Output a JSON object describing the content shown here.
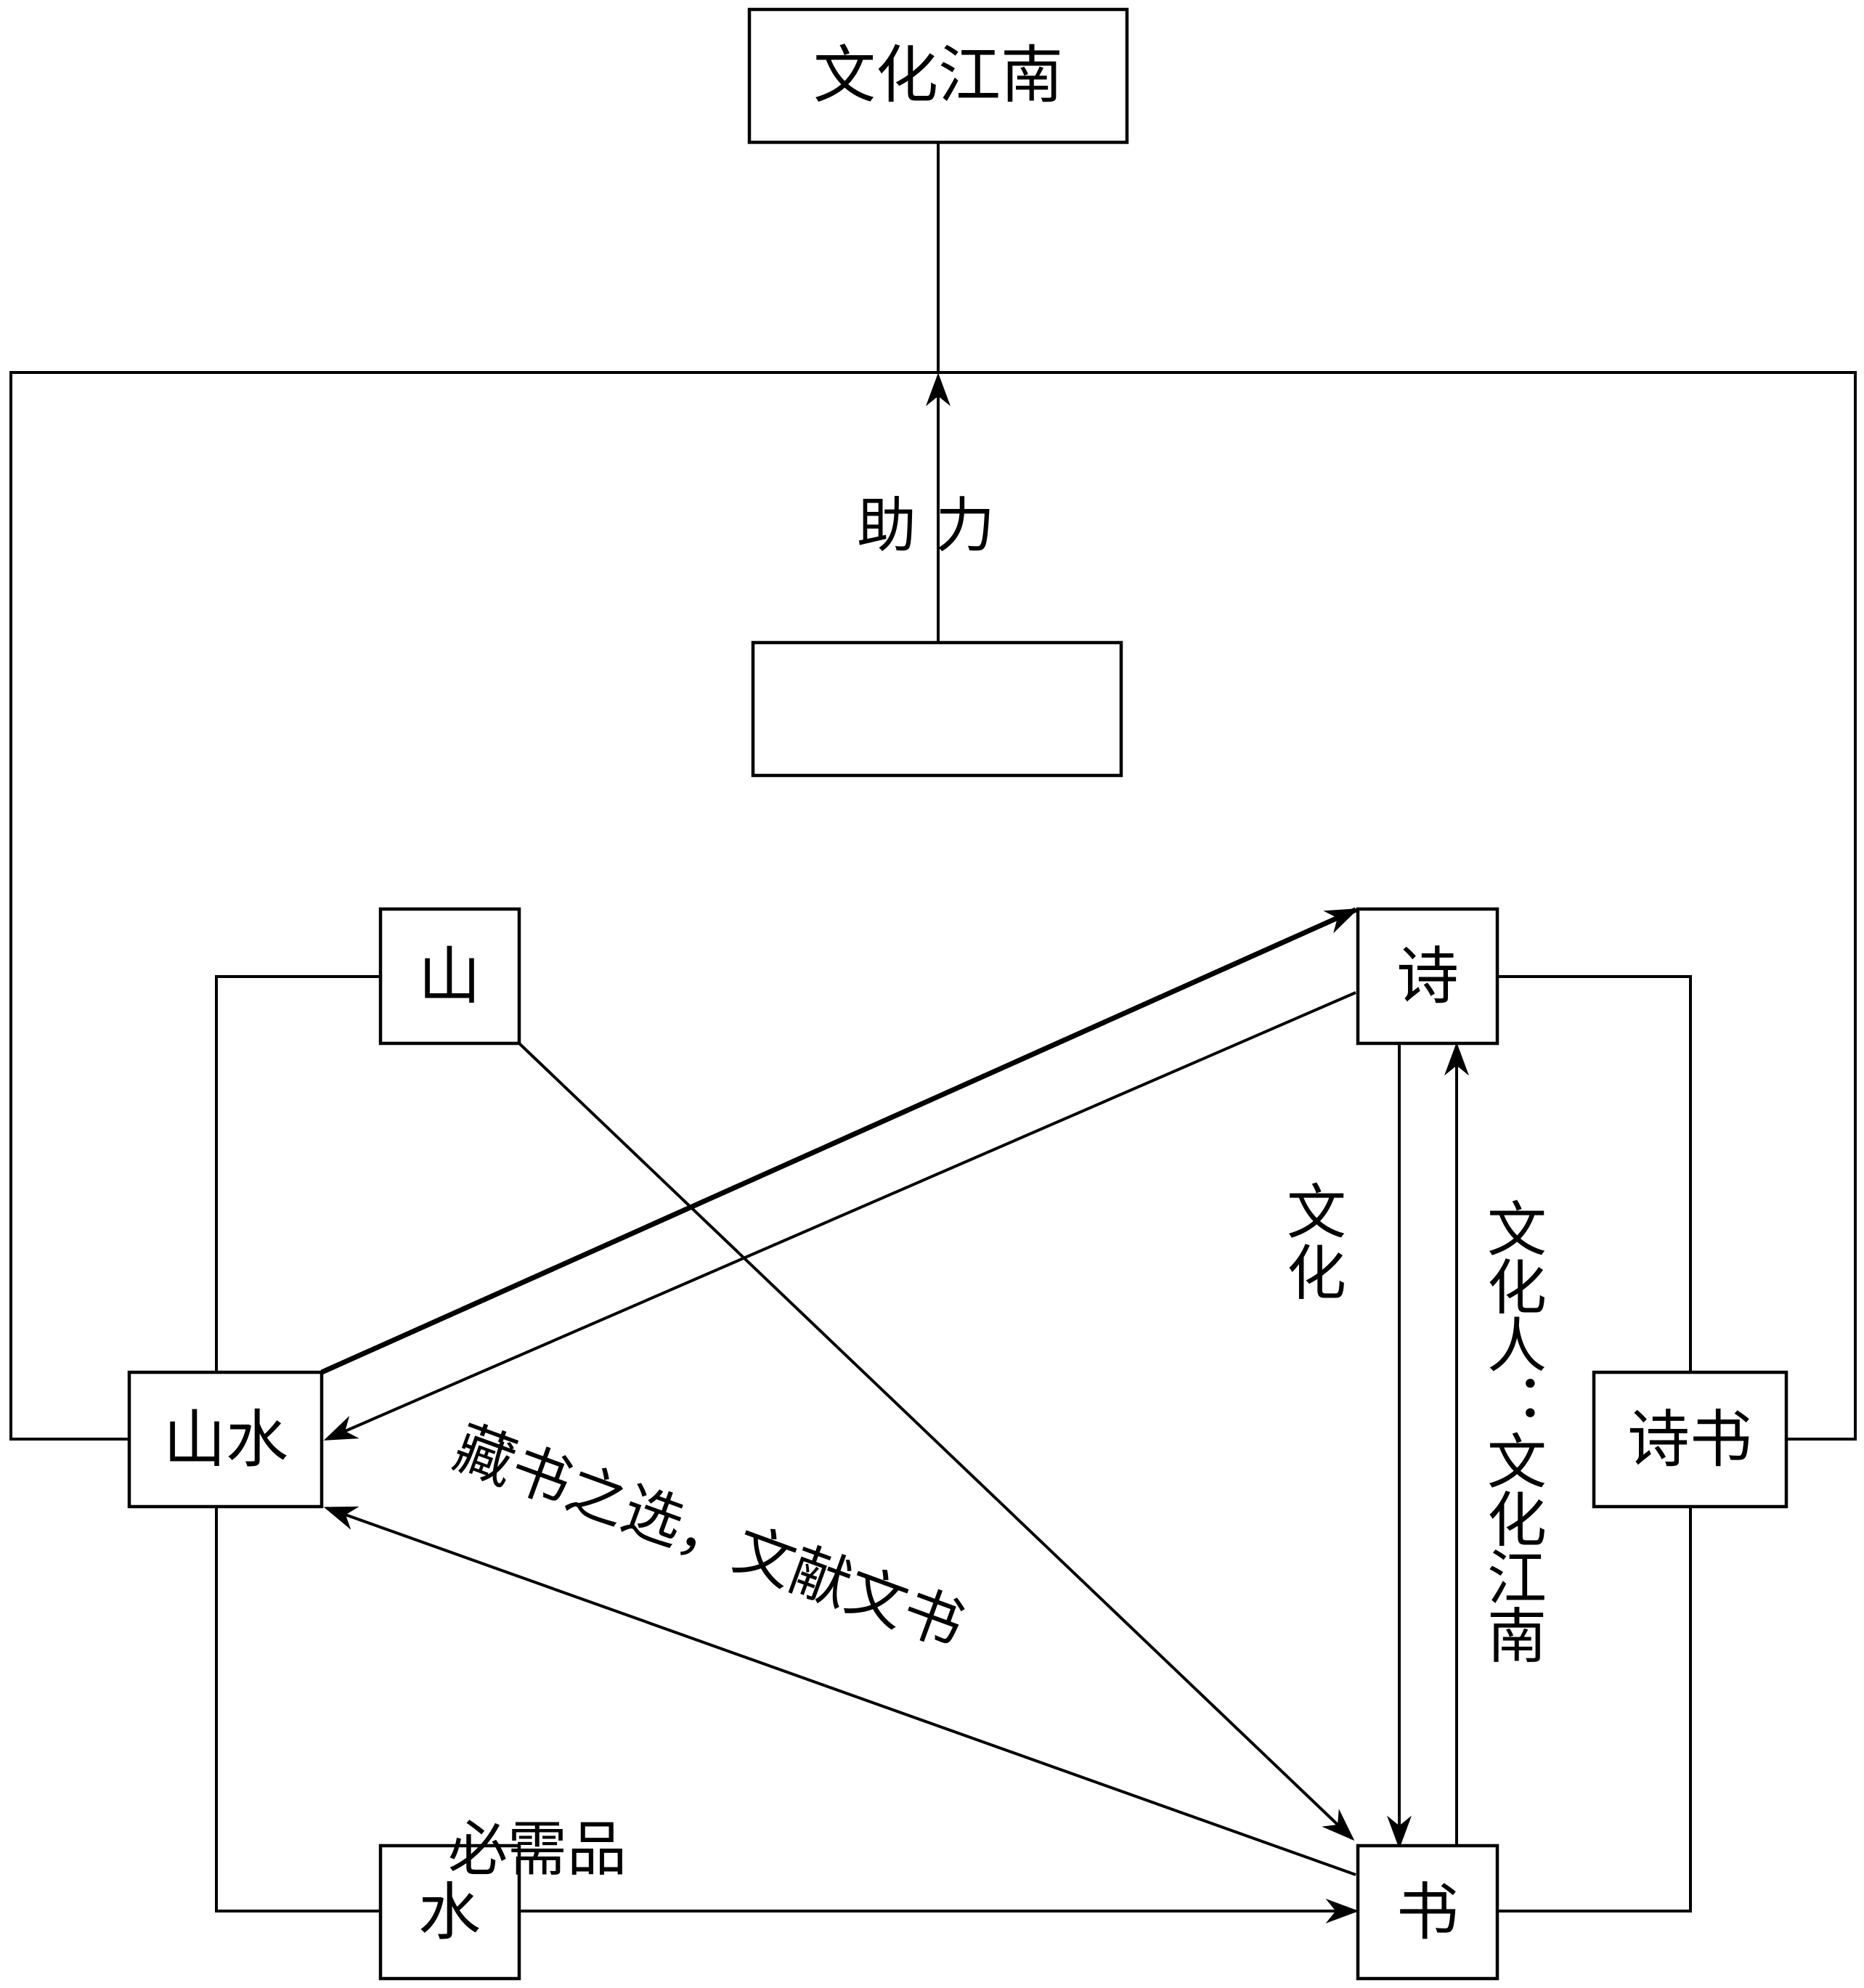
{
  "nodes": {
    "top": "文化江南",
    "middle": "",
    "shan": "山",
    "shi": "诗",
    "shanshui": "山水",
    "shishu": "诗书",
    "shui": "水",
    "shu": "书"
  },
  "labels": {
    "zhuli": "助 力",
    "wenhua": "文化",
    "wenhuaren": "文化人：文化江南",
    "cangshu": "藏书之选，文献文书",
    "bixupin": "必需品"
  }
}
